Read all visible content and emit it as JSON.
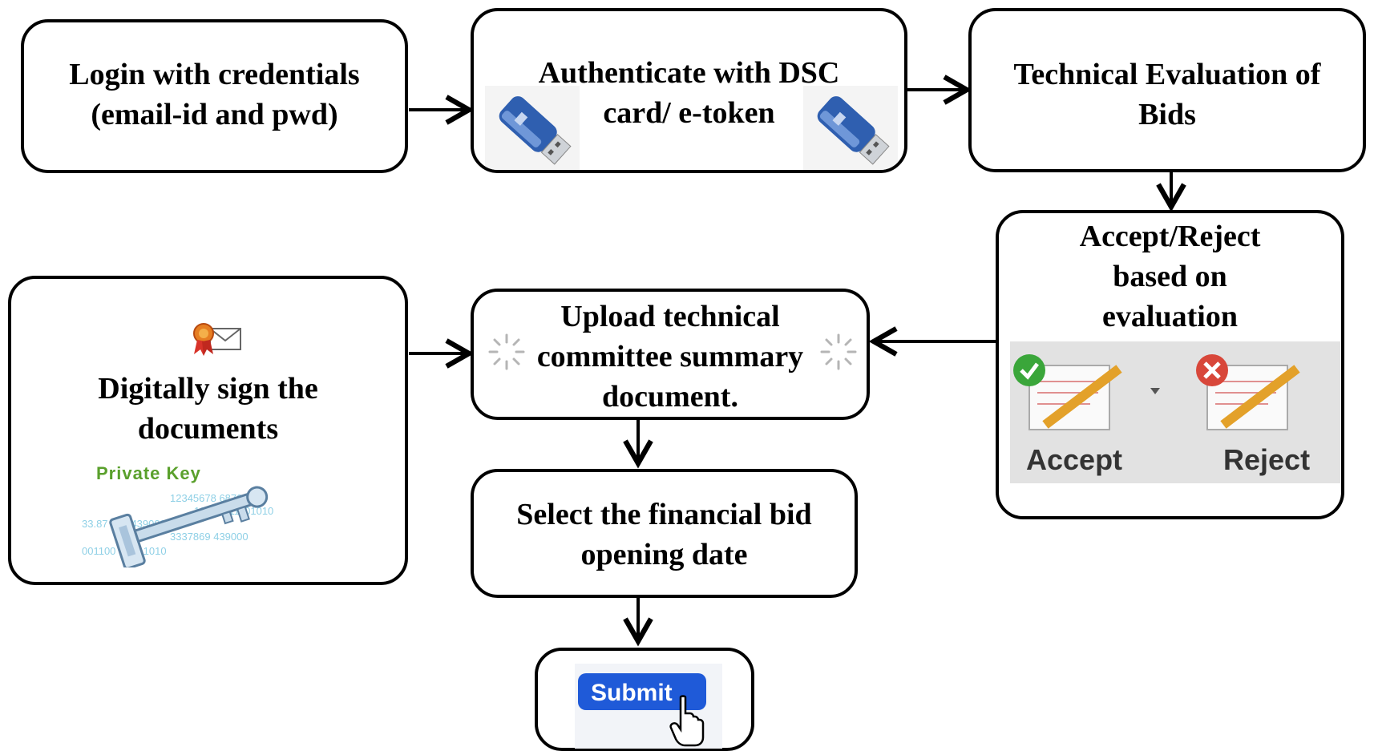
{
  "steps": {
    "login": "Login with credentials\n(email-id and pwd)",
    "authenticate": "Authenticate with DSC\ncard/ e-token",
    "technical": "Technical Evaluation of\nBids",
    "accept_reject": "Accept/Reject\nbased on\nevaluation",
    "upload": "Upload technical\ncommittee summary\ndocument.",
    "sign": "Digitally sign the\ndocuments",
    "financial": "Select the financial bid\nopening date"
  },
  "images": {
    "private_key_label": "Private Key",
    "accept_label": "Accept",
    "reject_label": "Reject",
    "submit_label": "Submit"
  },
  "colors": {
    "usb_blue": "#2f5fb0",
    "submit_blue": "#1f5ad8",
    "accept_green": "#3aa63a",
    "reject_red": "#d8473a"
  },
  "icons": [
    "usb-token-icon",
    "certificate-mail-icon",
    "private-key-icon",
    "spinner-icon",
    "accept-icon",
    "reject-icon",
    "hand-cursor-icon"
  ]
}
